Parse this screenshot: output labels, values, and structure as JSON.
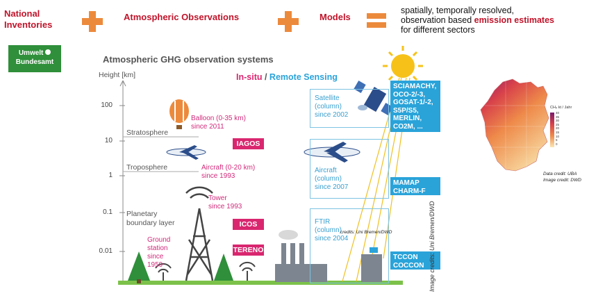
{
  "header": {
    "national": "National\nInventories",
    "atmospheric": "Atmospheric Observations",
    "models": "Models",
    "result_plain": "spatially, temporally resolved,\nobservation based ",
    "result_bold": "emission estimates",
    "result_tail": "\nfor different sectors"
  },
  "logo": {
    "line1": "Umwelt",
    "line2": "Bundesamt"
  },
  "diagram": {
    "title": "Atmospheric GHG observation systems",
    "insitu": "In-situ",
    "slash": " / ",
    "remote": "Remote Sensing",
    "axis_label": "Height [km]",
    "ticks": [
      "100",
      "10",
      "1",
      "0.1",
      "0.01"
    ],
    "layers": [
      "Stratosphere",
      "Troposphere",
      "Planetary\nboundary layer"
    ],
    "balloon": "Balloon  (0-35 km)\nsince 2011",
    "aircraft": "Aircraft (0-20 km)\nsince 1993",
    "tower": "Tower\nsince 1993",
    "ground": "Ground\nstation\nsince\n1959",
    "tags": [
      "IAGOS",
      "ICOS",
      "TERENO"
    ],
    "satellite": "Satellite\n(column)\nsince 2002",
    "aircraft_col": "Aircraft\n(column)\nsince 2007",
    "ftir": "FTIR\n(column)\nsince 2004",
    "sat_missions": "SCIAMACHY,\nOCO-2/-3,\nGOSAT-1/-2,\nS5P/S5,\nMERLIN,\nCO2M, ...",
    "mamap": "MAMAP\nCHARM-F",
    "tccon": "TCCON\nCOCCON",
    "credit_small": "credits: Uni Bremen/DWD"
  },
  "map": {
    "legend_title": "CH₄ kt / Jahr",
    "legend_values": [
      "40",
      "35",
      "30",
      "25",
      "20",
      "15",
      "10",
      "5",
      "0"
    ],
    "data_credit": "Data credit: UBA",
    "image_credit": "Image credit: DWD"
  },
  "side_credit": "Image credits: Uni Bremen/DWD",
  "colors": {
    "accent_red": "#c0142a",
    "orange": "#ec8a3c",
    "pink": "#d9266f",
    "blue": "#2aa3d9",
    "green": "#2f8f3a"
  }
}
